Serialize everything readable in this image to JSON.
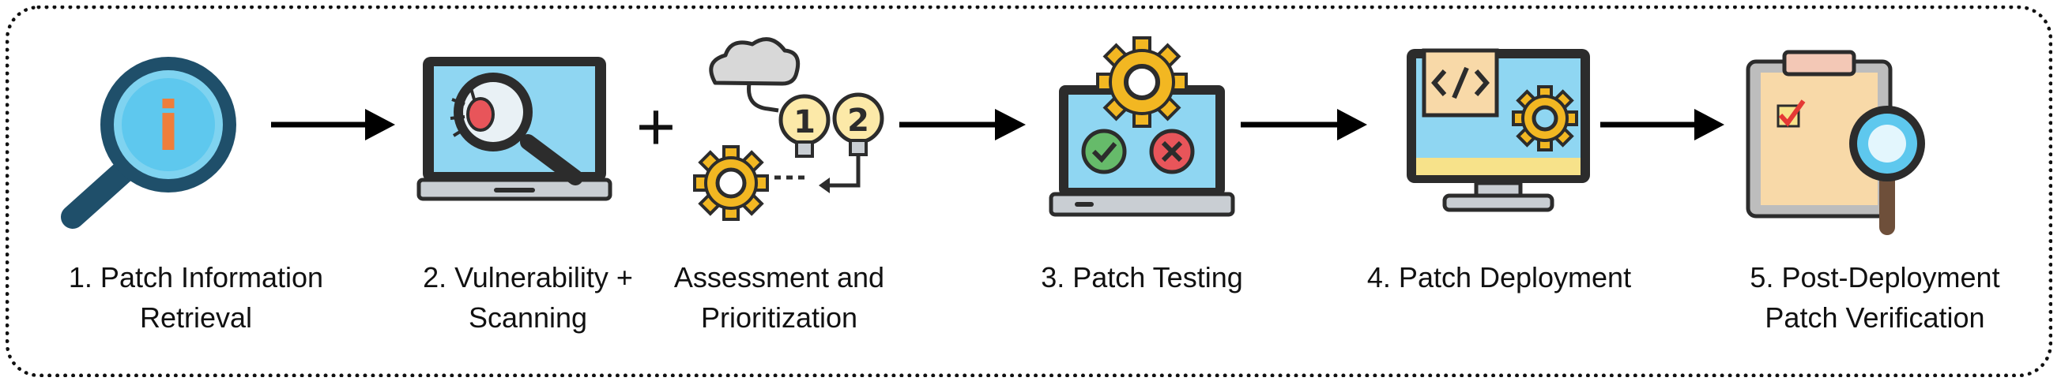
{
  "steps": [
    {
      "line1": "1. Patch Information",
      "line2": "Retrieval",
      "icon": "magnifier-info-icon"
    },
    {
      "line1": "2. Vulnerability +",
      "line2": "Scanning",
      "icon": "laptop-bug-scan-icon"
    },
    {
      "line1": "Assessment and",
      "line2": "Prioritization",
      "icon": "cloud-priority-gear-icon"
    },
    {
      "line1": "3. Patch Testing",
      "line2": "",
      "icon": "laptop-gear-check-cross-icon"
    },
    {
      "line1": "4. Patch Deployment",
      "line2": "",
      "icon": "monitor-code-gear-icon"
    },
    {
      "line1": "5. Post-Deployment",
      "line2": "Patch Verification",
      "icon": "clipboard-magnifier-icon"
    }
  ],
  "plus_symbol": "+",
  "badges": {
    "first": "1",
    "second": "2",
    "info": "i"
  },
  "colors": {
    "outline": "#2c2c2c",
    "navy": "#1f4f6a",
    "light_blue": "#5ec8ee",
    "sky": "#8fd6f2",
    "orange": "#ef7e3a",
    "gear_yellow": "#f2b722",
    "green": "#66bb6a",
    "red": "#e8555a",
    "peach": "#f8d9a8",
    "grey": "#bdbdbd"
  }
}
